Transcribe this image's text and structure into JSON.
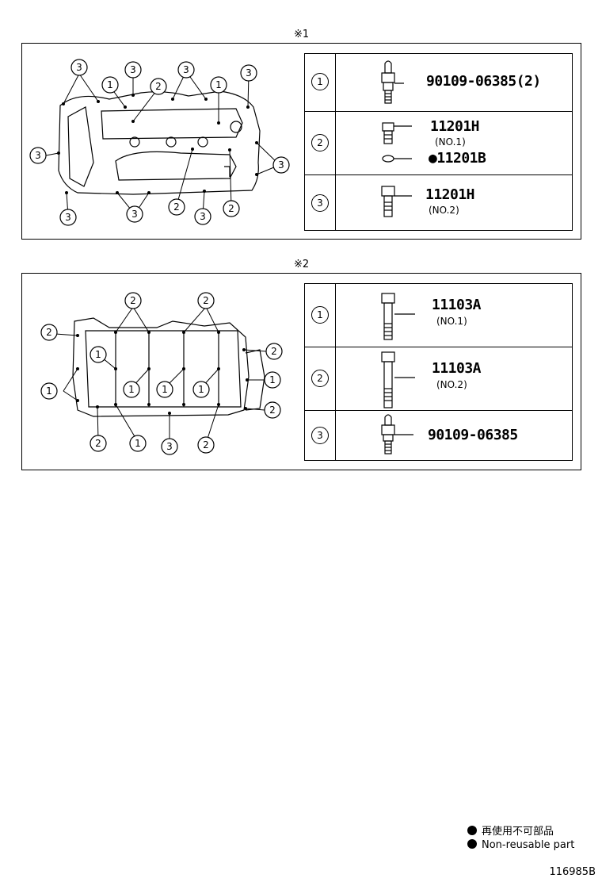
{
  "section1": {
    "mark": "※1",
    "callouts": [
      "1",
      "2",
      "3"
    ],
    "rows": [
      {
        "index": "1",
        "part": "90109-06385(2)",
        "sub": ""
      },
      {
        "index": "2",
        "part": "11201H",
        "sub": "(NO.1)",
        "part2": "●11201B"
      },
      {
        "index": "3",
        "part": "11201H",
        "sub": "(NO.2)"
      }
    ]
  },
  "section2": {
    "mark": "※2",
    "rows": [
      {
        "index": "1",
        "part": "11103A",
        "sub": "(NO.1)"
      },
      {
        "index": "2",
        "part": "11103A",
        "sub": "(NO.2)"
      },
      {
        "index": "3",
        "part": "90109-06385",
        "sub": ""
      }
    ]
  },
  "legend": {
    "items": [
      "再使用不可部品",
      "Non-reusable part"
    ]
  },
  "figure_id": "116985B"
}
